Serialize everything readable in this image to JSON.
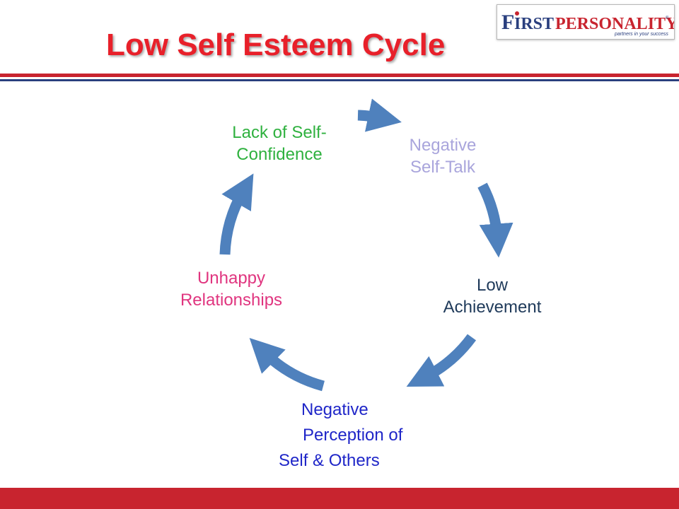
{
  "title": "Low Self Esteem Cycle",
  "logo": {
    "brand_first": "F",
    "brand_rest_1": "IRST",
    "brand_rest_2": "PERSONALITY",
    "trademark": "®",
    "tagline": "partners in your success"
  },
  "colors": {
    "title": "#e8202a",
    "arrow": "#4f81bd",
    "rule_red": "#c8242f",
    "rule_blue": "#2a3f7e",
    "footer": "#c8242f"
  },
  "cycle": {
    "nodes": [
      {
        "id": "negative-self-talk",
        "lines": [
          "Negative",
          "Self-Talk"
        ],
        "color": "#a9a5dc"
      },
      {
        "id": "low-achievement",
        "lines": [
          "Low",
          "Achievement"
        ],
        "color": "#1f3a5a"
      },
      {
        "id": "negative-perception",
        "lines": [
          "Negative",
          "Perception of",
          "Self & Others"
        ],
        "color": "#1f26c8"
      },
      {
        "id": "unhappy-relationships",
        "lines": [
          "Unhappy",
          "Relationships"
        ],
        "color": "#e0357f"
      },
      {
        "id": "lack-of-confidence",
        "lines": [
          "Lack of Self-",
          "Confidence"
        ],
        "color": "#2fb13f"
      }
    ],
    "arrow_icon": "curved-arrow-icon"
  }
}
